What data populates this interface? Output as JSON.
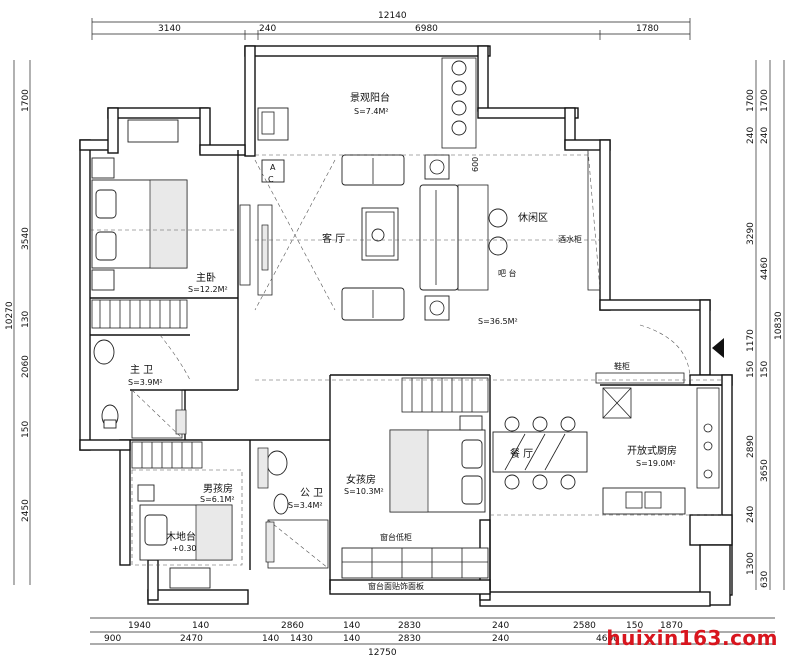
{
  "dimensions": {
    "top_total": "12140",
    "top_segments": [
      "3140",
      "240",
      "6980",
      "1780"
    ],
    "bottom_row1": [
      "1940",
      "140",
      "2860",
      "140",
      "2830",
      "240",
      "2580",
      "150",
      "1870"
    ],
    "bottom_row2": [
      "900",
      "2470",
      "140",
      "1430",
      "140",
      "2830",
      "240",
      "4600"
    ],
    "bottom_total": "12750",
    "left_segments": [
      "1700",
      "3540",
      "130",
      "2060",
      "150",
      "2450"
    ],
    "left_total": "10270",
    "right_inner": [
      "1700",
      "240",
      "3290",
      "1170",
      "150",
      "2890",
      "240",
      "1300"
    ],
    "right_outer": [
      "1700",
      "240",
      "4460",
      "150",
      "3650",
      "630"
    ],
    "right_total": "10830"
  },
  "rooms": {
    "balcony": {
      "name": "景观阳台",
      "area": "S=7.4M²"
    },
    "living": {
      "name": "客 厅"
    },
    "leisure": {
      "name": "休闲区"
    },
    "living_area": {
      "area": "S=36.5M²"
    },
    "master_bedroom": {
      "name": "主卧",
      "area": "S=12.2M²"
    },
    "master_bath": {
      "name": "主 卫",
      "area": "S=3.9M²"
    },
    "boys_room": {
      "name": "男孩房",
      "area": "S=6.1M²"
    },
    "wood_platform": {
      "name": "木地台",
      "level": "+0.30"
    },
    "public_bath": {
      "name": "公 卫",
      "area": "S=3.4M²"
    },
    "girls_room": {
      "name": "女孩房",
      "area": "S=10.3M²"
    },
    "dining": {
      "name": "餐 厅"
    },
    "kitchen": {
      "name": "开放式厨房",
      "area": "S=19.0M²"
    }
  },
  "labels": {
    "wine_cabinet": "酒水柜",
    "bar": "吧 台",
    "shoe_cabinet": "鞋柜",
    "window_low_cabinet": "窗台低柜",
    "window_panel": "窗台面贴饰面板",
    "dim_600": "600",
    "axis_a": "A",
    "axis_c": "C"
  },
  "watermark": "huixin163.com",
  "colors": {
    "watermark": "#d8151e",
    "line": "#111111"
  }
}
